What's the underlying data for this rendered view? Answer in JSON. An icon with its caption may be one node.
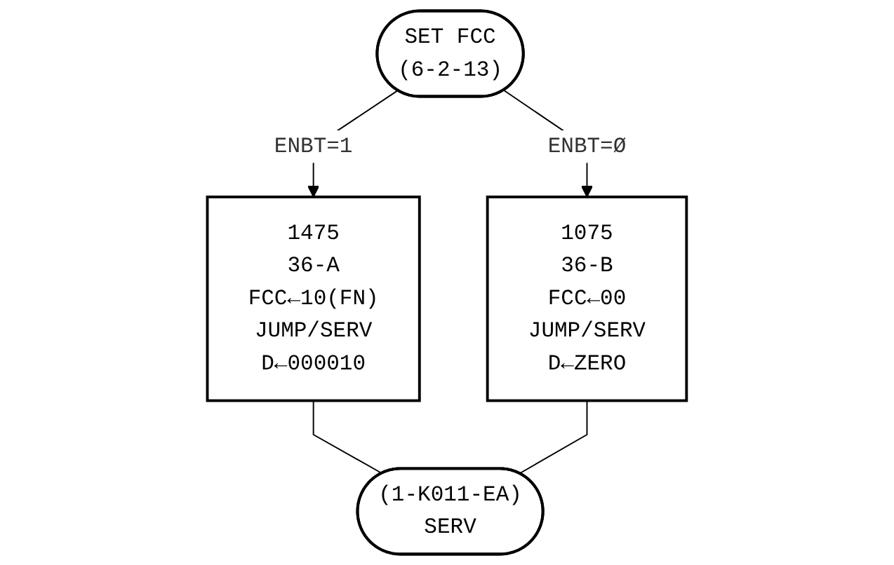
{
  "diagram": {
    "nodes": [
      {
        "text": [
          "SET FCC",
          "(6-2-13)"
        ]
      },
      {
        "text": [
          "1475",
          "36-A",
          "FCC←10(FN)",
          "JUMP/SERV",
          "D←000010"
        ]
      },
      {
        "text": [
          "1075",
          "36-B",
          "FCC←00",
          "JUMP/SERV",
          "D←ZERO"
        ]
      },
      {
        "text": [
          "(1-K011-EA)",
          "SERV"
        ]
      }
    ],
    "edges": [
      {
        "from": 0,
        "to": 1,
        "arrow": "to",
        "label": "ENBT=1"
      },
      {
        "from": 0,
        "to": 2,
        "arrow": "to",
        "label": "ENBT=Ø"
      },
      {
        "from": 1,
        "to": 3,
        "arrow": "none"
      },
      {
        "from": 2,
        "to": 3,
        "arrow": "none"
      }
    ]
  }
}
